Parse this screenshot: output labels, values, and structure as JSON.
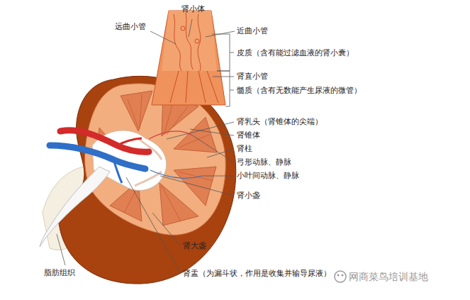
{
  "diagram": {
    "labels": [
      "肾小体",
      "远曲小管",
      "近曲小管",
      "皮质（含有能过滤血液的肾小囊）",
      "肾直小管",
      "髓质（含有无数能产生尿液的微管）",
      "肾乳头（肾锥体的尖端）",
      "肾锥体",
      "肾柱",
      "弓形动脉、静脉",
      "小叶间动脉、静脉",
      "肾小盏",
      "肾大盏",
      "脂肪组织",
      "肾盂（为漏斗状，作用是收集并输导尿液）",
      "网商菜鸟培训基地"
    ]
  }
}
